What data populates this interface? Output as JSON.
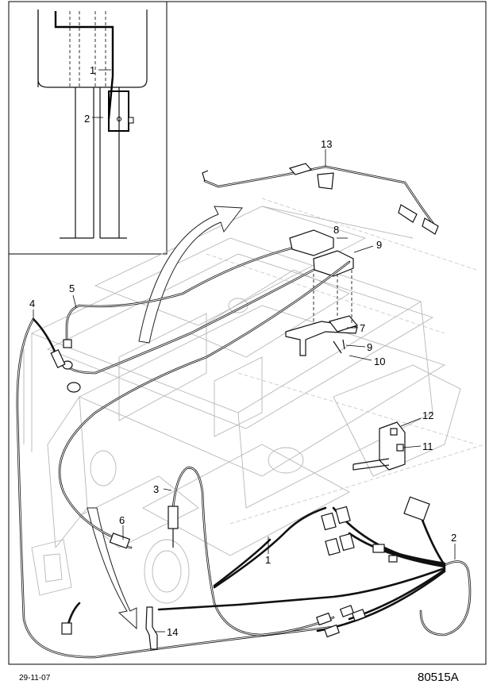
{
  "labels": {
    "l1_inset": "1",
    "l2_inset": "2",
    "l13": "13",
    "l8": "8",
    "l9_top": "9",
    "l5": "5",
    "l4": "4",
    "l7": "7",
    "l9_mid": "9",
    "l10": "10",
    "l12": "12",
    "l11": "11",
    "l3": "3",
    "l6": "6",
    "l1_main": "1",
    "l2_main": "2",
    "l14": "14"
  },
  "footer": {
    "date": "29-11-07",
    "code": "80515A"
  }
}
